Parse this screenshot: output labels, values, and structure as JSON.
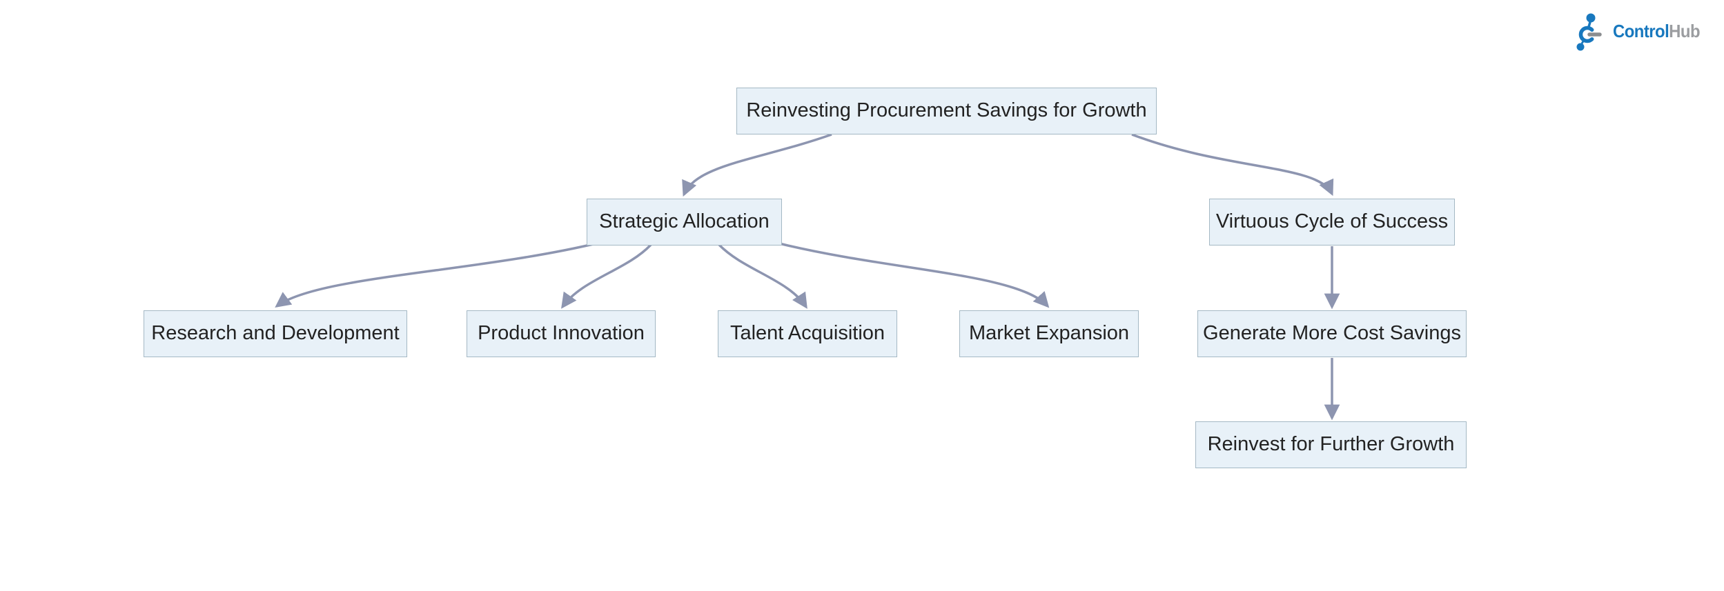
{
  "page": {
    "background_color": "#ffffff"
  },
  "logo": {
    "brand_primary": "Control",
    "brand_secondary": "Hub",
    "primary_color": "#1878be",
    "secondary_color": "#9b9da0",
    "icon": "controlhub-network-icon"
  },
  "diagram": {
    "type": "flowchart",
    "direction": "top-down",
    "node_fill": "#e8f1f8",
    "node_border": "#a4b8c4",
    "edge_color": "#8d95b0",
    "text_color": "#222222",
    "nodes": [
      {
        "id": "root",
        "label": "Reinvesting Procurement Savings for Growth"
      },
      {
        "id": "strategic",
        "label": "Strategic Allocation"
      },
      {
        "id": "virtuous",
        "label": "Virtuous Cycle of Success"
      },
      {
        "id": "rnd",
        "label": "Research and Development"
      },
      {
        "id": "product",
        "label": "Product Innovation"
      },
      {
        "id": "talent",
        "label": "Talent Acquisition"
      },
      {
        "id": "market",
        "label": "Market Expansion"
      },
      {
        "id": "generate",
        "label": "Generate More Cost Savings"
      },
      {
        "id": "reinvest",
        "label": "Reinvest for Further Growth"
      }
    ],
    "edges": [
      {
        "from": "root",
        "to": "strategic"
      },
      {
        "from": "root",
        "to": "virtuous"
      },
      {
        "from": "strategic",
        "to": "rnd"
      },
      {
        "from": "strategic",
        "to": "product"
      },
      {
        "from": "strategic",
        "to": "talent"
      },
      {
        "from": "strategic",
        "to": "market"
      },
      {
        "from": "virtuous",
        "to": "generate"
      },
      {
        "from": "generate",
        "to": "reinvest"
      }
    ]
  }
}
